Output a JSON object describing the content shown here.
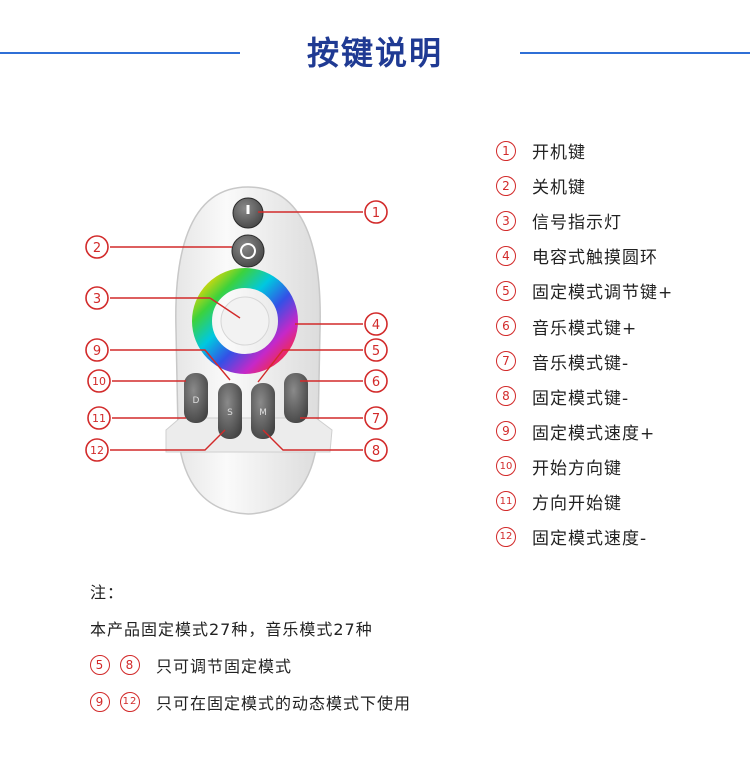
{
  "header": {
    "title": "按键说明"
  },
  "callout_numbers": [
    "1",
    "2",
    "3",
    "4",
    "5",
    "6",
    "7",
    "8",
    "9",
    "10",
    "11",
    "12"
  ],
  "remote": {
    "dpad_labels": [
      "D",
      "S",
      "M"
    ]
  },
  "legend": [
    {
      "num": "1",
      "text": "开机键"
    },
    {
      "num": "2",
      "text": "关机键"
    },
    {
      "num": "3",
      "text": "信号指示灯"
    },
    {
      "num": "4",
      "text": "电容式触摸圆环"
    },
    {
      "num": "5",
      "text": "固定模式调节键+"
    },
    {
      "num": "6",
      "text": "音乐模式键+"
    },
    {
      "num": "7",
      "text": "音乐模式键-"
    },
    {
      "num": "8",
      "text": "固定模式键-"
    },
    {
      "num": "9",
      "text": "固定模式速度+"
    },
    {
      "num": "10",
      "text": "开始方向键"
    },
    {
      "num": "11",
      "text": "方向开始键"
    },
    {
      "num": "12",
      "text": "固定模式速度-"
    }
  ],
  "notes": {
    "heading": "注：",
    "line1": "本产品固定模式27种，音乐模式27种",
    "line2": {
      "a": "5",
      "b": "8",
      "text": "只可调节固定模式"
    },
    "line3": {
      "a": "9",
      "b": "12",
      "text": "只可在固定模式的动态模式下使用"
    }
  },
  "colors": {
    "accent_line": "#2f6fd6",
    "title": "#1f3a93",
    "callout": "#d22a2a"
  }
}
